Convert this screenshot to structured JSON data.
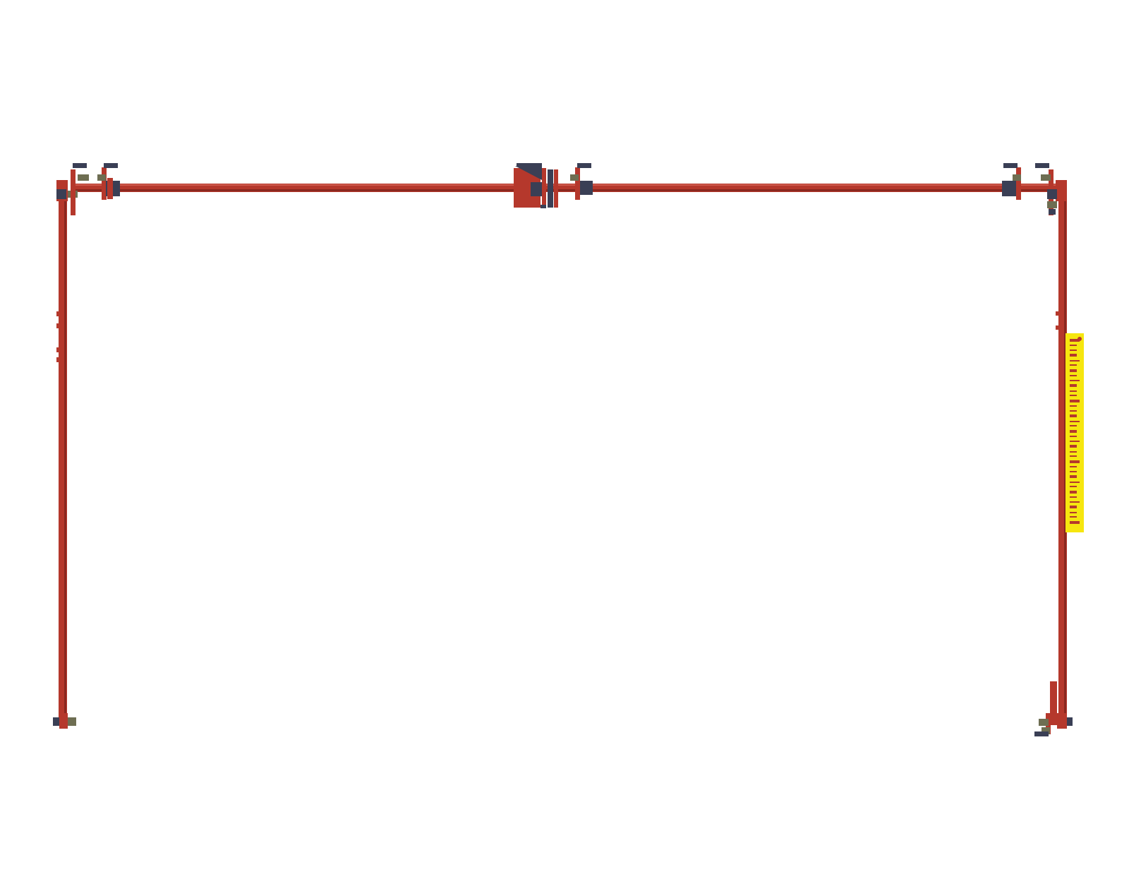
{
  "drawing": {
    "view": "top-view",
    "colors": {
      "background": "#ffffff",
      "pipe": "#b5382c",
      "pipe_dark": "#8a271f",
      "pipe_highlight": "#cf5a4d",
      "clamp_steel": "#3a3f55",
      "bracket_olive": "#6e6e52",
      "panel_yellow": "#f6e60f",
      "panel_text": "#b5382c"
    },
    "components": {
      "top_rail": "pipe",
      "left_post": "pipe",
      "right_post": "pipe",
      "center_coupler": "clamp-assembly",
      "corner_clamps": "clamp-assembly",
      "warning_panel": "yellow-sign-panel"
    }
  }
}
